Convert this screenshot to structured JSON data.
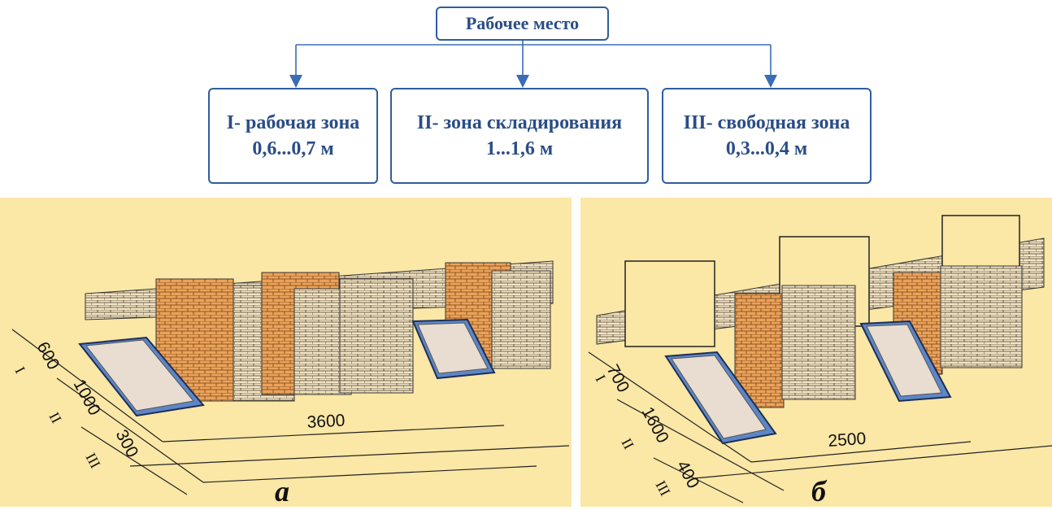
{
  "header": {
    "title": "Рабочее место"
  },
  "zones": [
    {
      "name": "I- рабочая зона",
      "size": "0,6...0,7 м"
    },
    {
      "name": "II- зона складирования",
      "size": "1...1,6 м"
    },
    {
      "name": "III- свободная зона",
      "size": "0,3...0,4 м"
    }
  ],
  "panel_a": {
    "label": "а",
    "dims": {
      "zone1": "600",
      "zone2": "1000",
      "zone3": "300",
      "length": "3600"
    },
    "zone_marks": [
      "I",
      "II",
      "III"
    ]
  },
  "panel_b": {
    "label": "б",
    "dims": {
      "zone1": "700",
      "zone2": "1600",
      "zone3": "400",
      "length": "2500"
    },
    "zone_marks": [
      "I",
      "II",
      "III"
    ]
  },
  "colors": {
    "box_border": "#2f5e9e",
    "box_text": "#2a4d86",
    "panel_bg": "#fbe7a6",
    "brick": "#c8742e",
    "tub": "#5d86c6"
  }
}
